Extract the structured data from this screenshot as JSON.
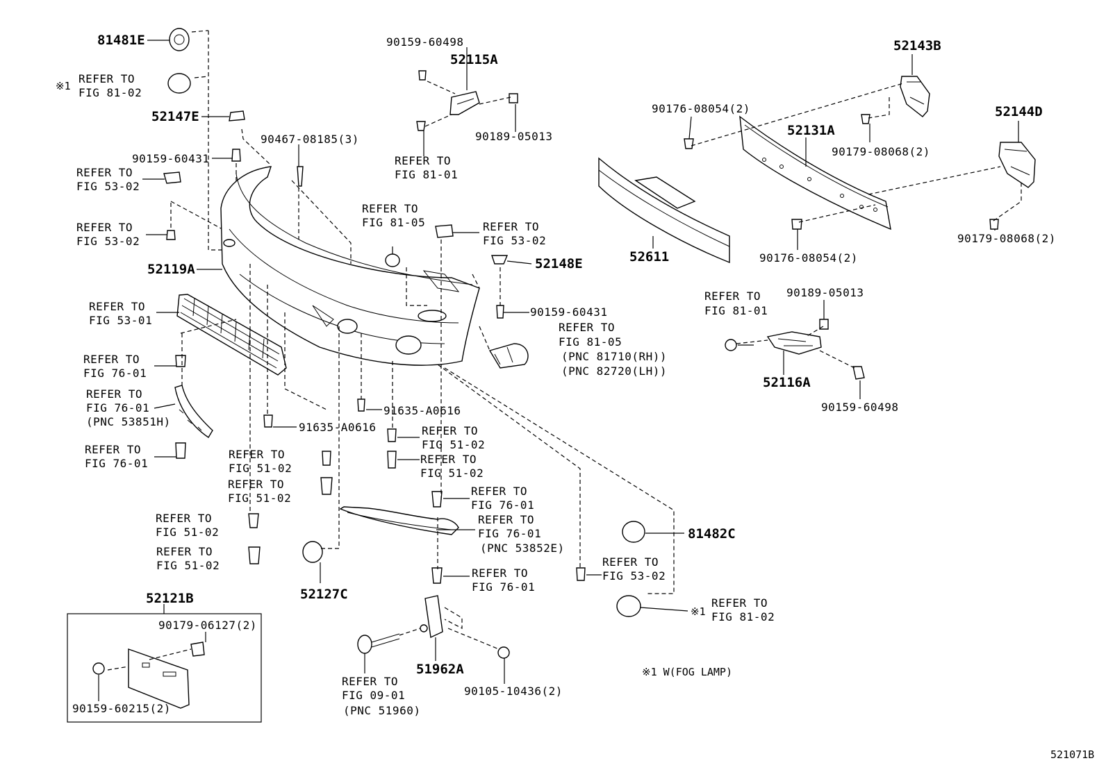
{
  "labels": {
    "p81481E": "81481E",
    "mark1a": "※1",
    "refer_fig8102_a_1": "REFER TO",
    "refer_fig8102_a_2": "FIG 81-02",
    "p52147E": "52147E",
    "p90159_60431_a": "90159-60431",
    "p90467_08185": "90467-08185(3)",
    "refer_fig5302_a_1": "REFER TO",
    "refer_fig5302_a_2": "FIG 53-02",
    "refer_fig5302_b_1": "REFER TO",
    "refer_fig5302_b_2": "FIG 53-02",
    "p52119A": "52119A",
    "refer_fig5301_1": "REFER TO",
    "refer_fig5301_2": "FIG 53-01",
    "refer_fig7601_a_1": "REFER TO",
    "refer_fig7601_a_2": "FIG 76-01",
    "refer_fig7601_b_1": "REFER TO",
    "refer_fig7601_b_2": "FIG 76-01",
    "pnc53851H": "(PNC 53851H)",
    "refer_fig7601_c_1": "REFER TO",
    "refer_fig7601_c_2": "FIG 76-01",
    "p90159_60498_a": "90159-60498",
    "p52115A": "52115A",
    "p90189_05013_a": "90189-05013",
    "refer_fig8101_a_1": "REFER TO",
    "refer_fig8101_a_2": "FIG 81-01",
    "refer_fig8105_a_1": "REFER TO",
    "refer_fig8105_a_2": "FIG 81-05",
    "refer_fig5302_c_1": "REFER TO",
    "refer_fig5302_c_2": "FIG 53-02",
    "p52148E": "52148E",
    "p90159_60431_b": "90159-60431",
    "refer_fig8105_b_1": "REFER TO",
    "refer_fig8105_b_2": "FIG 81-05",
    "pnc81710": "(PNC 81710(RH))",
    "pnc82720": "(PNC 82720(LH))",
    "p91635_A0616_a": "91635-A0616",
    "p91635_A0616_b": "91635-A0616",
    "refer_fig5102_a_1": "REFER TO",
    "refer_fig5102_a_2": "FIG 51-02",
    "refer_fig5102_b_1": "REFER TO",
    "refer_fig5102_b_2": "FIG 51-02",
    "refer_fig5102_c_1": "REFER TO",
    "refer_fig5102_c_2": "FIG 51-02",
    "refer_fig5102_d_1": "REFER TO",
    "refer_fig5102_d_2": "FIG 51-02",
    "refer_fig5102_e_1": "REFER TO",
    "refer_fig5102_e_2": "FIG 51-02",
    "refer_fig5102_f_1": "REFER TO",
    "refer_fig5102_f_2": "FIG 51-02",
    "refer_fig7601_d_1": "REFER TO",
    "refer_fig7601_d_2": "FIG 76-01",
    "refer_fig7601_e_1": "REFER TO",
    "refer_fig7601_e_2": "FIG 76-01",
    "pnc53852E": "(PNC 53852E)",
    "refer_fig7601_f_1": "REFER TO",
    "refer_fig7601_f_2": "FIG 76-01",
    "p52127C": "52127C",
    "p52121B": "52121B",
    "p90179_06127": "90179-06127(2)",
    "p90159_60215": "90159-60215(2)",
    "refer_fig0901_1": "REFER TO",
    "refer_fig0901_2": "FIG 09-01",
    "pnc51960": "(PNC 51960)",
    "p51962A": "51962A",
    "p90105_10436": "90105-10436(2)",
    "p81482C": "81482C",
    "refer_fig5302_d_1": "REFER TO",
    "refer_fig5302_d_2": "FIG 53-02",
    "mark1b": "※1",
    "refer_fig8102_b_1": "REFER TO",
    "refer_fig8102_b_2": "FIG 81-02",
    "footnote": "※1 W(FOG LAMP)",
    "p52143B": "52143B",
    "p90176_08054_a": "90176-08054(2)",
    "p52131A": "52131A",
    "p90179_08068_a": "90179-08068(2)",
    "p52144D": "52144D",
    "p52611": "52611",
    "p90176_08054_b": "90176-08054(2)",
    "p90179_08068_b": "90179-08068(2)",
    "refer_fig8101_b_1": "REFER TO",
    "refer_fig8101_b_2": "FIG 81-01",
    "p90189_05013_b": "90189-05013",
    "p52116A": "52116A",
    "p90159_60498_b": "90159-60498",
    "figure_id": "521071B"
  }
}
